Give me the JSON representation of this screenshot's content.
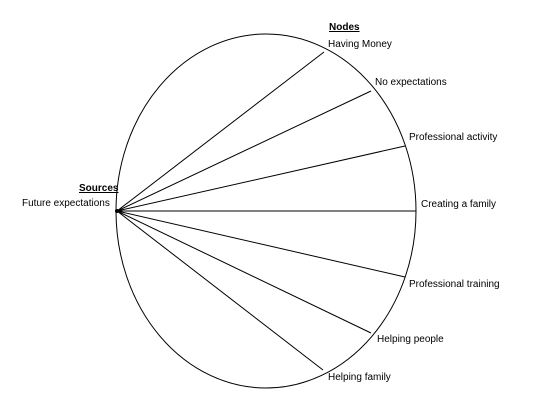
{
  "diagram": {
    "sources_heading": "Sources",
    "source_label": "Future expectations",
    "nodes_heading": "Nodes",
    "nodes": [
      "Having Money",
      "No expectations",
      "Professional activity",
      "Creating a family",
      "Professional training",
      "Helping people",
      "Helping family"
    ],
    "colors": {
      "line": "#000000",
      "background": "#ffffff"
    }
  }
}
